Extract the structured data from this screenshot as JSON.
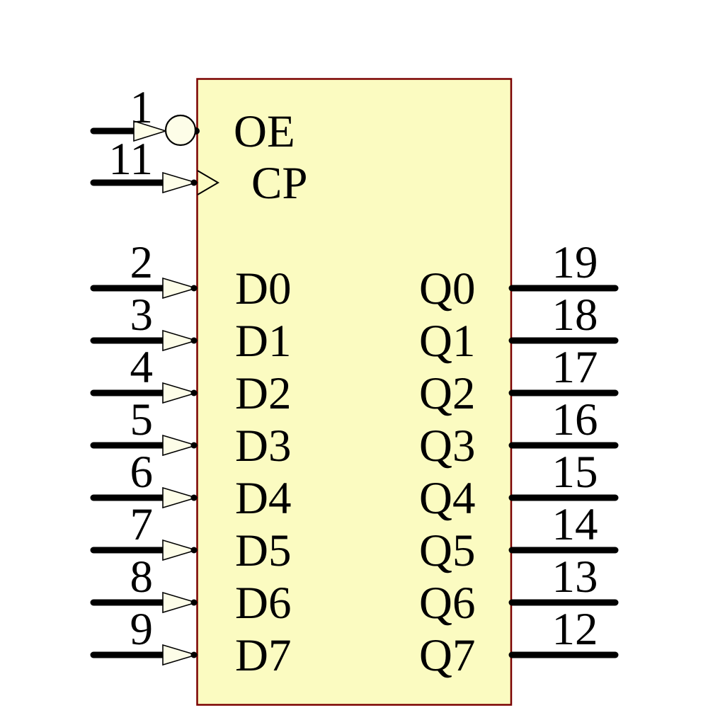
{
  "diagram": {
    "kind": "ic-logic-symbol",
    "background_color": "#FFFFFF",
    "body": {
      "fill": "#FBFBC1",
      "border_color": "#7A0000"
    },
    "pin_symbol_fill": "#FDFDE8",
    "wire_color": "#000000",
    "control_pins": [
      {
        "number": "1",
        "label": "OE",
        "modifier": "active-low-bubble"
      },
      {
        "number": "11",
        "label": "CP",
        "modifier": "clock-edge"
      }
    ],
    "input_pins": [
      {
        "number": "2",
        "label": "D0"
      },
      {
        "number": "3",
        "label": "D1"
      },
      {
        "number": "4",
        "label": "D2"
      },
      {
        "number": "5",
        "label": "D3"
      },
      {
        "number": "6",
        "label": "D4"
      },
      {
        "number": "7",
        "label": "D5"
      },
      {
        "number": "8",
        "label": "D6"
      },
      {
        "number": "9",
        "label": "D7"
      }
    ],
    "output_pins": [
      {
        "number": "19",
        "label": "Q0"
      },
      {
        "number": "18",
        "label": "Q1"
      },
      {
        "number": "17",
        "label": "Q2"
      },
      {
        "number": "16",
        "label": "Q3"
      },
      {
        "number": "15",
        "label": "Q4"
      },
      {
        "number": "14",
        "label": "Q5"
      },
      {
        "number": "13",
        "label": "Q6"
      },
      {
        "number": "12",
        "label": "Q7"
      }
    ]
  }
}
